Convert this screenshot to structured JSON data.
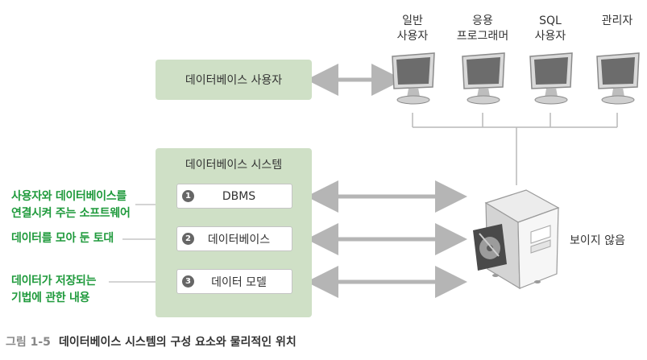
{
  "users": [
    {
      "line1": "일반",
      "line2": "사용자"
    },
    {
      "line1": "응용",
      "line2": "프로그래머"
    },
    {
      "line1": "SQL",
      "line2": "사용자"
    },
    {
      "line1": "",
      "line2": "관리자"
    }
  ],
  "db_users_box": {
    "label": "데이터베이스 사용자"
  },
  "system_box": {
    "title": "데이터베이스 시스템",
    "components": [
      {
        "num": "1",
        "label": "DBMS"
      },
      {
        "num": "2",
        "label": "데이터베이스"
      },
      {
        "num": "3",
        "label": "데이터 모델"
      }
    ]
  },
  "notes": [
    {
      "line1": "사용자와 데이터베이스를",
      "line2": "연결시켜 주는 소프트웨어"
    },
    {
      "line1": "데이터를 모아 둔 토대"
    },
    {
      "line1": "데이터가 저장되는",
      "line2": "기법에 관한 내용"
    }
  ],
  "server": {
    "label": "보이지 않음"
  },
  "caption": {
    "number": "그림 1-5",
    "text": "데이터베이스 시스템의 구성 요소와 물리적인 위치"
  },
  "colors": {
    "box_fill": "#cfe0c6",
    "note_text": "#1f9a3c",
    "arrow": "#b5b5b5"
  }
}
